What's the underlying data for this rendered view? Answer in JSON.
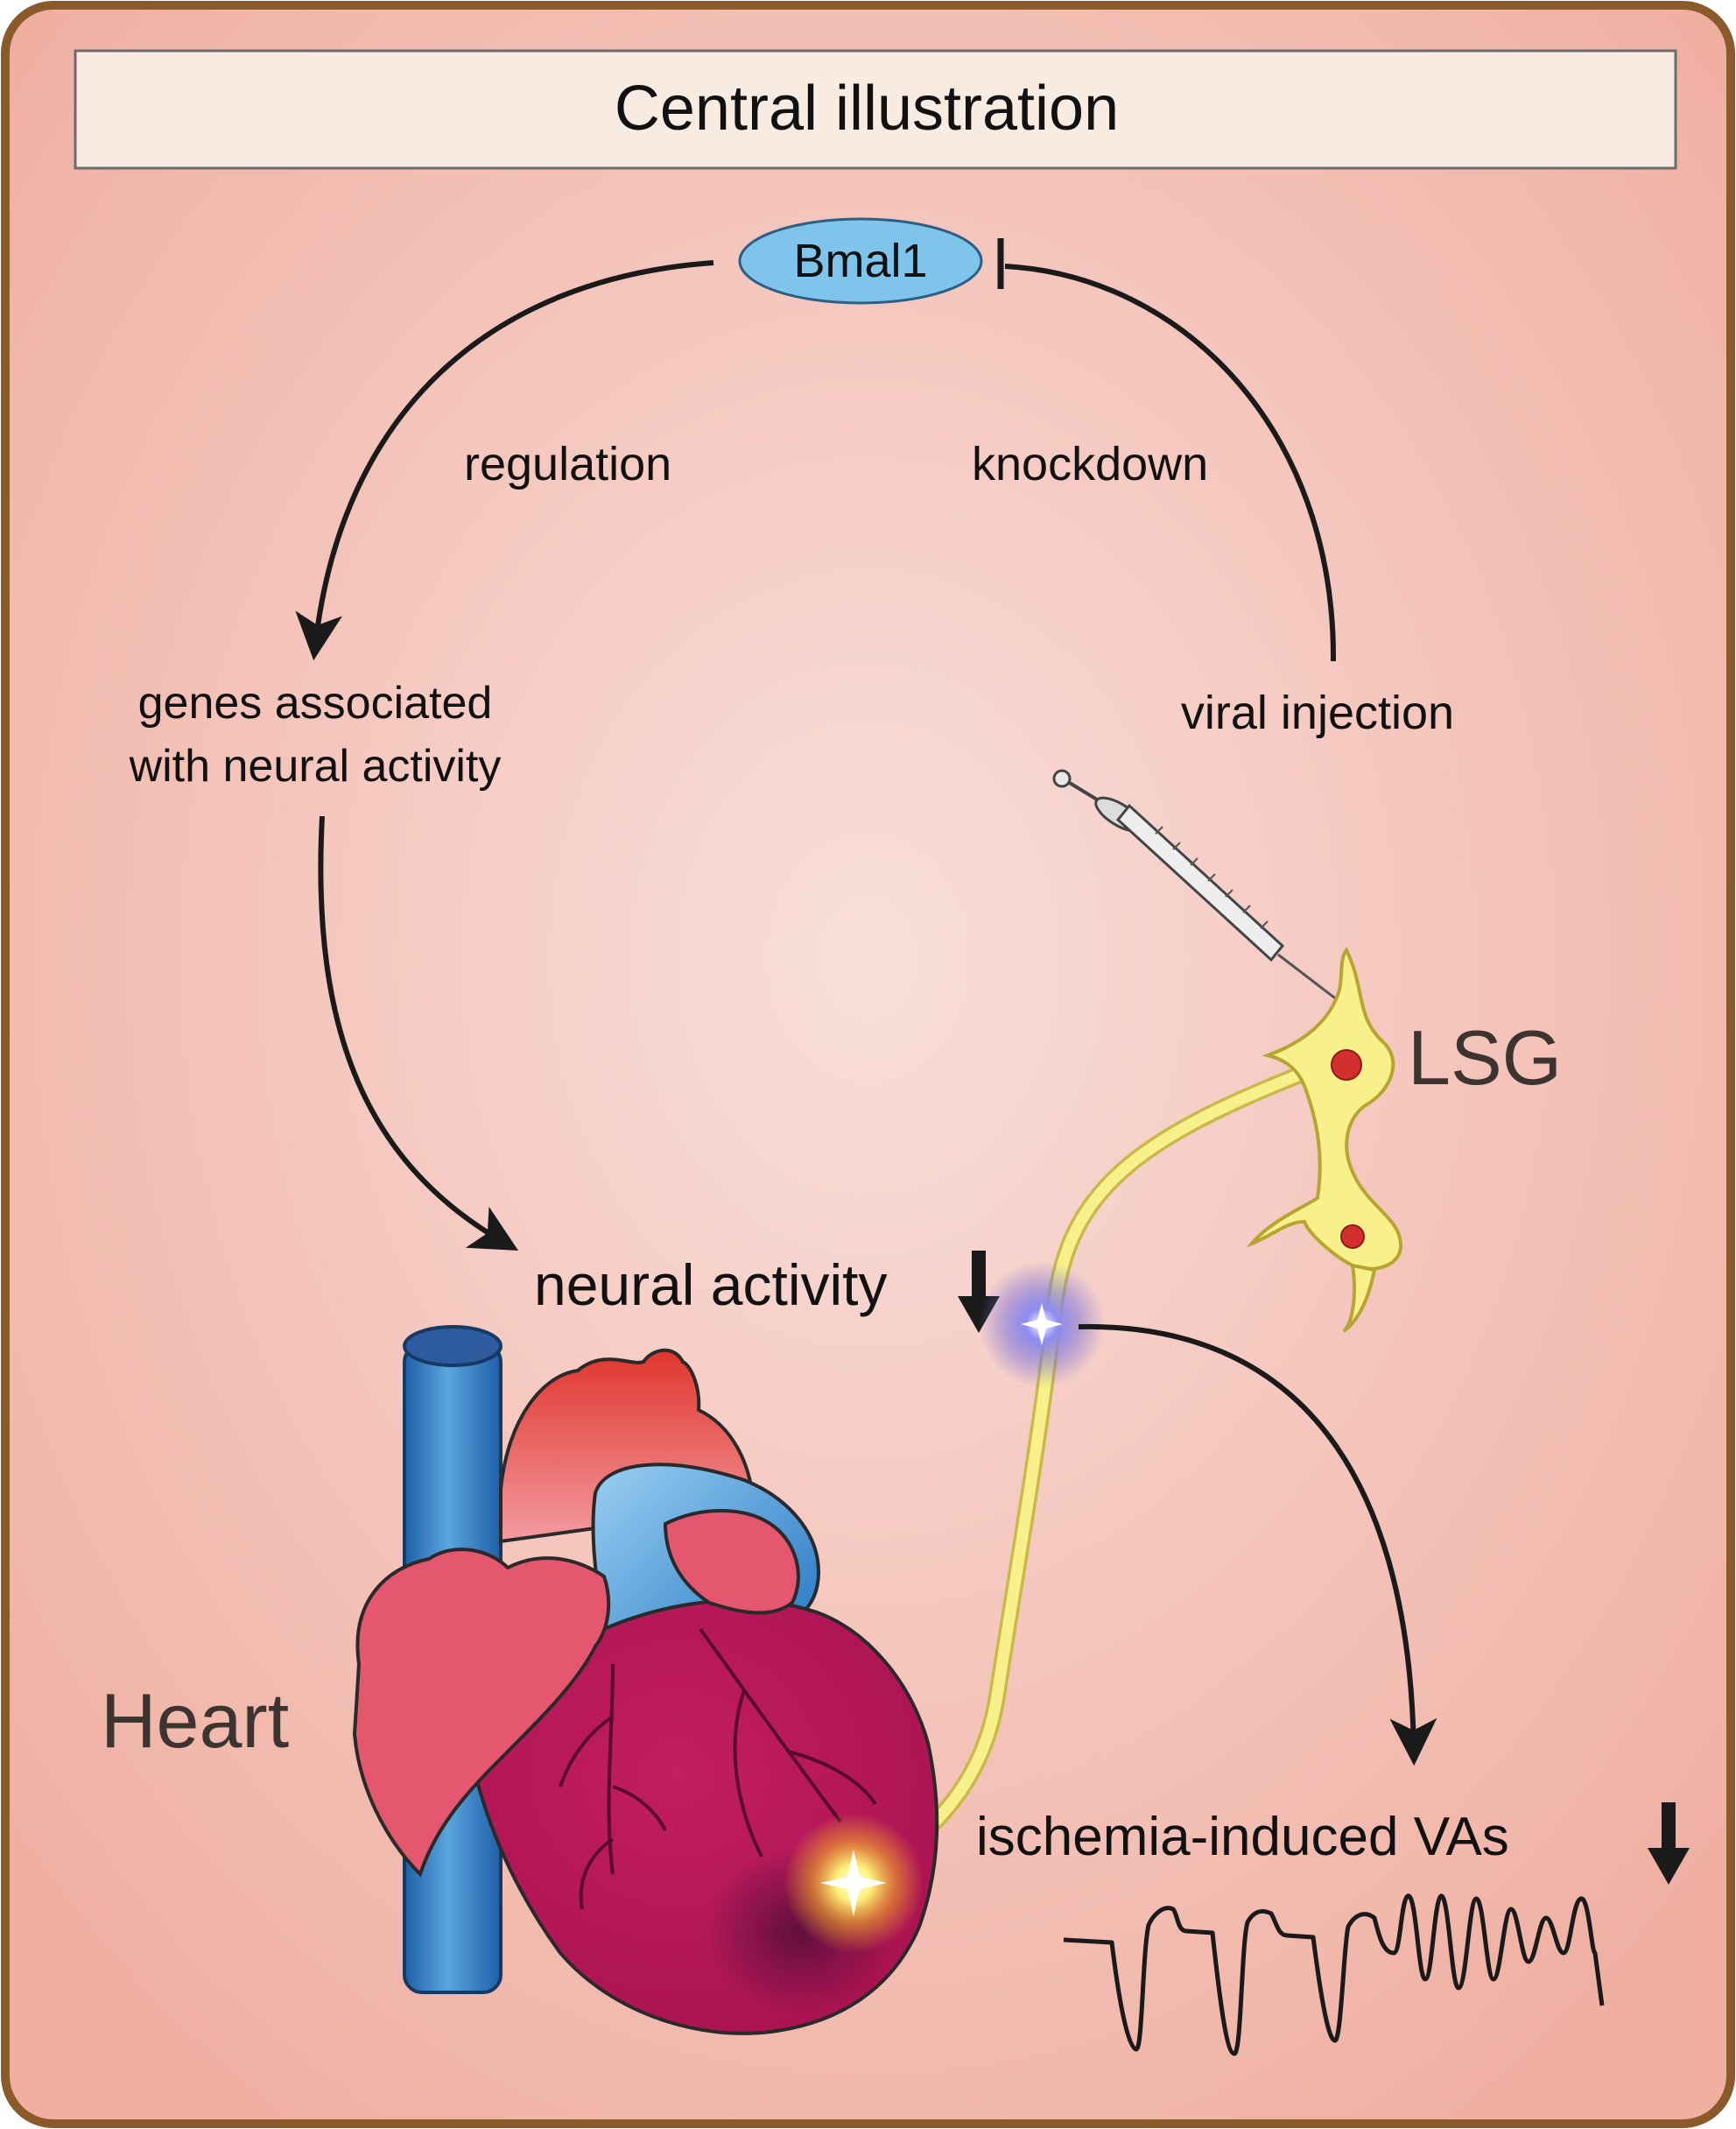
{
  "title": "Central illustration",
  "nodes": {
    "bmal1": "Bmal1",
    "genes_line1": "genes associated",
    "genes_line2": "with neural activity",
    "neural_activity": "neural activity",
    "viral_injection": "viral injection",
    "lsg": "LSG",
    "heart": "Heart",
    "vas": "ischemia-induced VAs"
  },
  "edges": {
    "regulation": "regulation",
    "knockdown": "knockdown"
  },
  "icons": {
    "down_arrow_1": "down-arrow-icon",
    "down_arrow_2": "down-arrow-icon",
    "syringe": "syringe-icon",
    "neuron": "neuron-icon",
    "heart": "heart-icon",
    "ecg": "ecg-trace-icon"
  },
  "colors": {
    "frame_border": "#8b5a2b",
    "background_center": "#f7dcd6",
    "background_edge": "#f1b2a4",
    "bmal1_fill": "#7fc4ea",
    "neuron_fill": "#f8f08a",
    "heart_main": "#b3175a",
    "heart_atrium": "#e5566f",
    "vessel_blue": "#2b7cc2",
    "aorta_red": "#d9352e"
  }
}
